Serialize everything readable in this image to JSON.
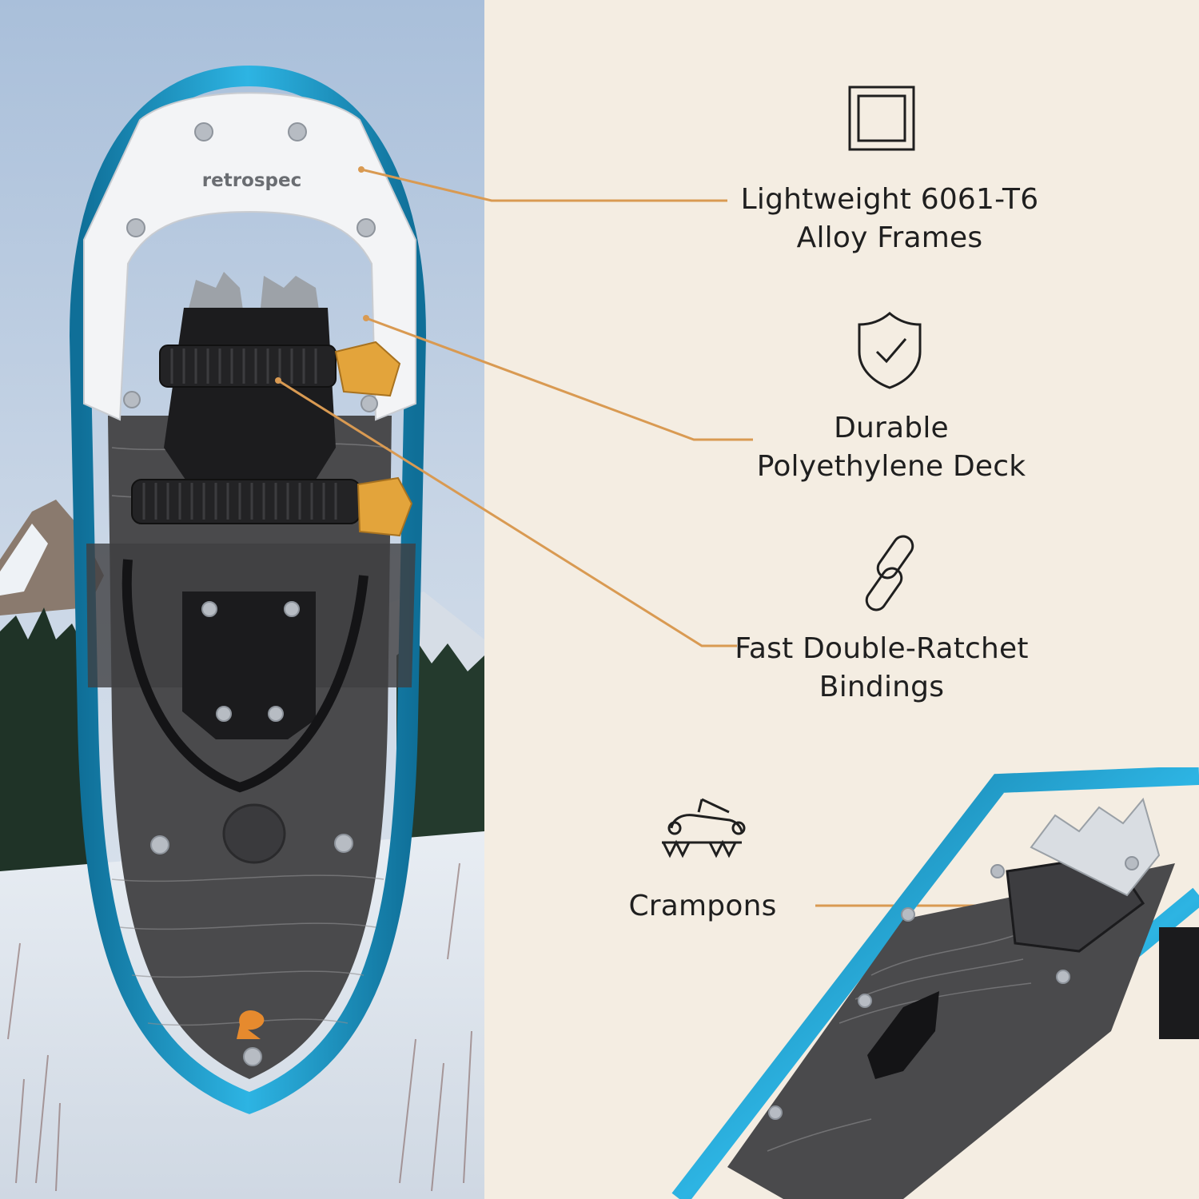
{
  "brand": {
    "logo_text": "retrospec"
  },
  "features": [
    {
      "icon": "square-frame-icon",
      "lines": [
        "Lightweight 6061-T6",
        "Alloy Frames"
      ]
    },
    {
      "icon": "shield-check-icon",
      "lines": [
        "Durable",
        "Polyethylene Deck"
      ]
    },
    {
      "icon": "chain-link-icon",
      "lines": [
        "Fast Double-Ratchet",
        "Bindings"
      ]
    },
    {
      "icon": "crampon-icon",
      "lines": [
        "Crampons"
      ]
    }
  ],
  "colors": {
    "background": "#f4ede2",
    "frame_blue": "#1d9bc7",
    "deck_gray": "#4a4a4c",
    "callout_orange": "#d99a52",
    "buckle_orange": "#e3a43b",
    "text": "#1f1f1f"
  }
}
